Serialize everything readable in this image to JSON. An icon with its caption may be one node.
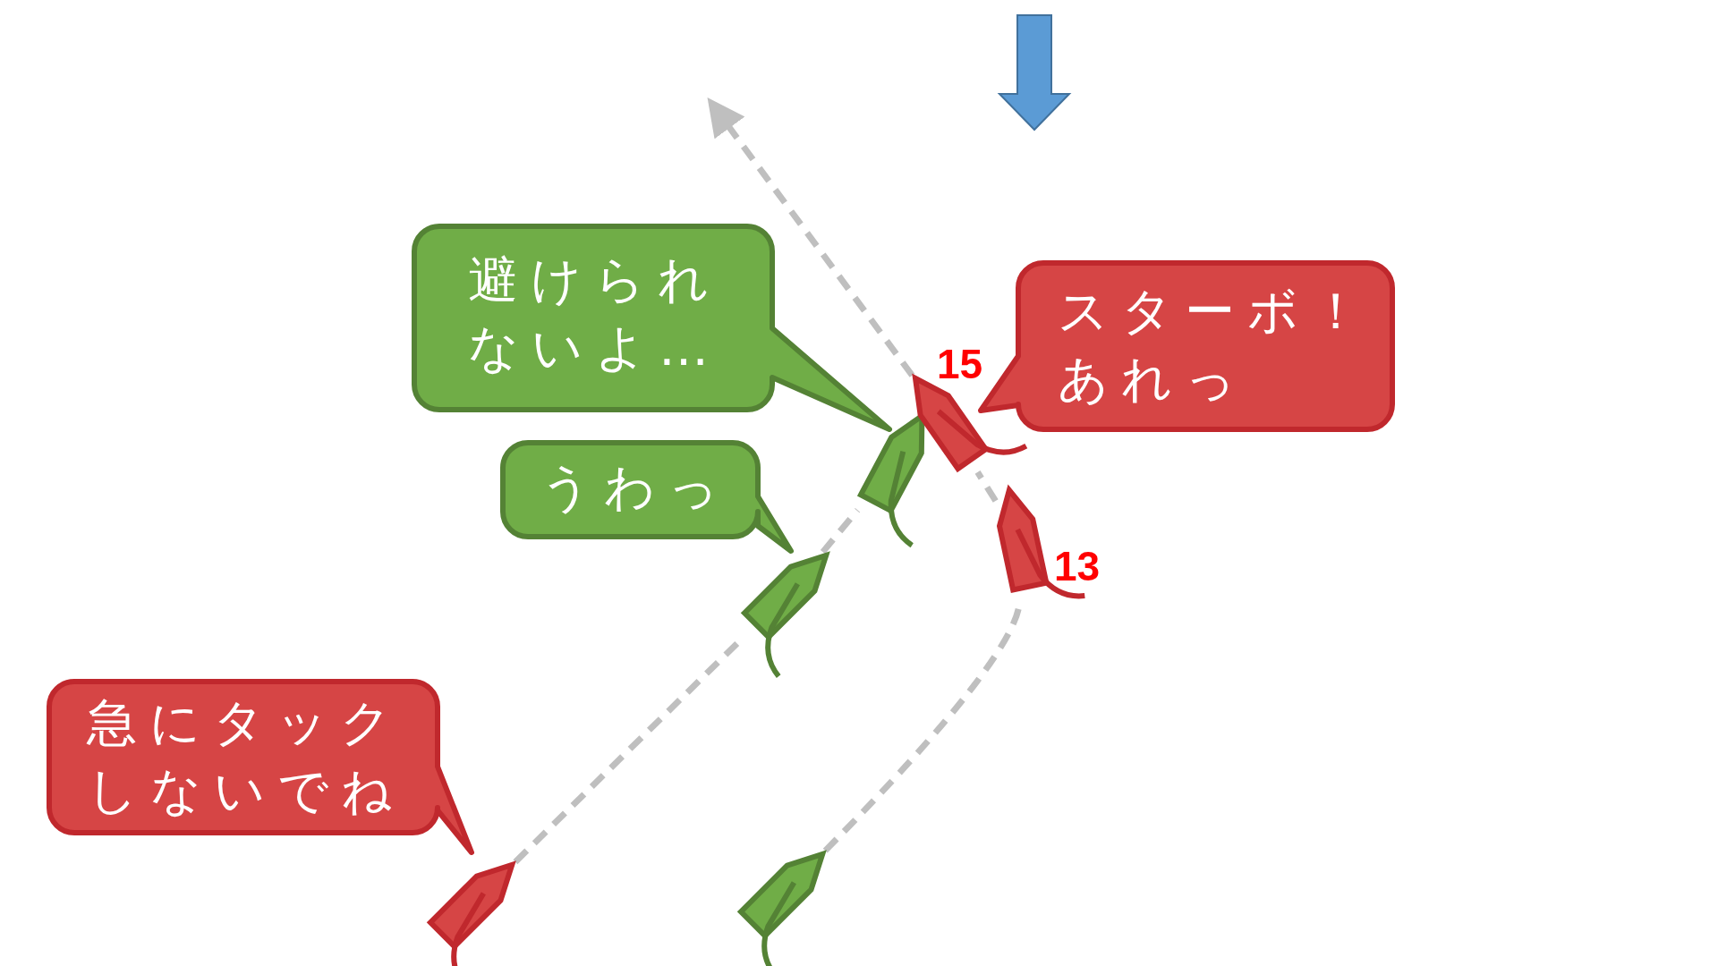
{
  "diagram": {
    "nodes": [
      {
        "text": [
          "避けられないよ…"
        ]
      },
      {
        "text": [
          "うわっ"
        ]
      },
      {
        "text": [
          "スターボ！あれっ"
        ]
      },
      {
        "text": [
          "急にタックしないでね"
        ]
      },
      {
        "text": [],
        "shape": "boat"
      },
      {
        "text": [],
        "shape": "boat"
      },
      {
        "text": [],
        "shape": "boat"
      },
      {
        "text": [],
        "shape": "boat"
      },
      {
        "text": [],
        "shape": "boat"
      },
      {
        "text": [],
        "shape": "boat"
      }
    ],
    "edges": [
      {
        "from": 4,
        "to": 6,
        "arrow": "none",
        "style": "dashed"
      },
      {
        "from": 6,
        "to": 7,
        "arrow": "none",
        "style": "dashed"
      },
      {
        "from": 5,
        "to": 9,
        "arrow": "none",
        "style": "dashed"
      },
      {
        "from": 9,
        "to": 8,
        "arrow": "none",
        "style": "dashed"
      },
      {
        "from": 8,
        "to": null,
        "arrow": "to",
        "style": "dashed"
      }
    ],
    "labels": [
      "15",
      "13"
    ]
  }
}
